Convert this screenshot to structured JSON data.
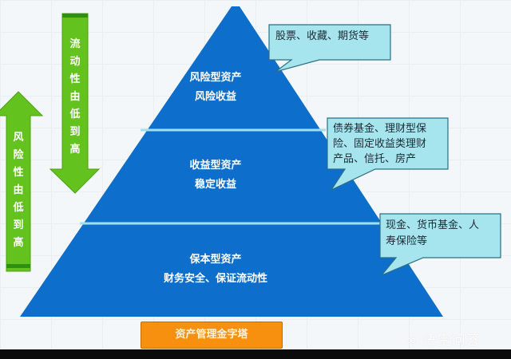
{
  "colors": {
    "pyramid_blue": "#0d6fcb",
    "divider": "#9fe0f0",
    "arrow_green": "#63c21e",
    "arrow_green_dark": "#2f8f12",
    "callout_fill": "#a6e5ee",
    "callout_border": "#2a6f86",
    "title_orange": "#f7900f"
  },
  "pyramid": {
    "tiers": [
      {
        "name": "风险型资产",
        "desc": "风险收益"
      },
      {
        "name": "收益型资产",
        "desc": "稳定收益"
      },
      {
        "name": "保本型资产",
        "desc": "财务安全、保证流动性"
      }
    ]
  },
  "arrows": {
    "liquidity": {
      "label": "流动性由低到高",
      "direction": "down"
    },
    "risk": {
      "label": "风险性由低到高",
      "direction": "up"
    }
  },
  "callouts": [
    {
      "lines": [
        "股票、收藏、期货等"
      ]
    },
    {
      "lines": [
        "债券基金、理财型保",
        "险、固定收益类理财",
        "产品、信托、房产"
      ]
    },
    {
      "lines": [
        "现金、货币基金、人",
        "寿保险等"
      ]
    }
  ],
  "title": "资产管理金字塔",
  "watermark": "∞ 悟空问答"
}
